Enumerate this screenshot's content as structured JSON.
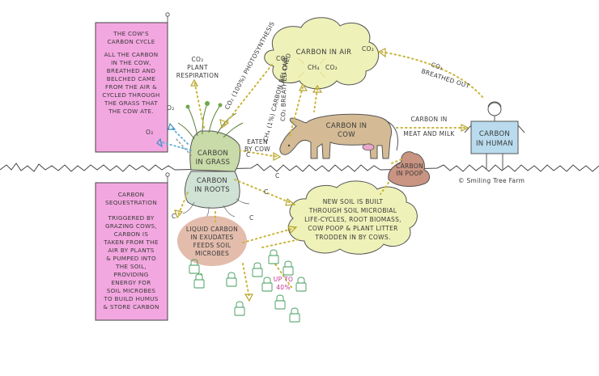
{
  "cycle_box": {
    "title": [
      "THE COW'S",
      "CARBON CYCLE"
    ],
    "body": [
      "ALL THE CARBON",
      "IN THE COW,",
      "BREATHED AND",
      "BELCHED CAME",
      "FROM THE AIR &",
      "CYCLED THROUGH",
      "THE GRASS THAT",
      "THE COW ATE."
    ]
  },
  "sequestration_box": {
    "title": [
      "CARBON",
      "SEQUESTRATION"
    ],
    "body": [
      "TRIGGERED BY",
      "GRAZING COWS,",
      "CARBON IS",
      "TAKEN FROM THE",
      "AIR BY PLANTS",
      "& PUMPED INTO",
      "THE SOIL,",
      "PROVIDING",
      "ENERGY FOR",
      "SOIL MICROBES",
      "TO BUILD HUMUS",
      "& STORE CARBON"
    ]
  },
  "air_cloud": {
    "title": "CARBON IN AIR",
    "co2_left": "CO₂",
    "co2_right": "CO₂",
    "ch4": "CH₄"
  },
  "cow": {
    "label": [
      "CARBON IN",
      "COW"
    ]
  },
  "poop": {
    "label": [
      "CARBON",
      "IN POOP"
    ]
  },
  "human": {
    "label": [
      "CARBON",
      "IN HUMAN"
    ]
  },
  "grass": {
    "label": [
      "CARBON",
      "IN GRASS"
    ]
  },
  "roots": {
    "label": [
      "CARBON",
      "IN ROOTS"
    ]
  },
  "exudates": {
    "label": [
      "LIQUID CARBON",
      "IN EXUDATES",
      "FEEDS SOIL",
      "MICROBES"
    ]
  },
  "soil_cloud": {
    "label": [
      "NEW SOIL IS BUILT",
      "THROUGH SOIL MICROBIAL",
      "LIFE-CYCLES, ROOT BIOMASS,",
      "COW POOP & PLANT LITTER",
      "TRODDEN IN BY COWS."
    ]
  },
  "labels": {
    "plant_respiration": [
      "CO₂",
      "PLANT",
      "RESPIRATION"
    ],
    "photosynthesis": "CO₂ (100%) PHOTOSYNTHESIS",
    "carbon_belched": "CH₄ (1%) CARBON BELCHED",
    "breathed_out_cow": "CO₂ BREATHED OUT",
    "eaten_by_cow": [
      "EATEN",
      "BY COW"
    ],
    "breathed_out_human": [
      "CO₂",
      "BREATHED OUT"
    ],
    "meat_milk": [
      "CARBON IN",
      "MEAT AND MILK"
    ],
    "o2_a": "O₂",
    "o2_b": "O₂",
    "up_to": [
      "UP TO",
      "40%"
    ],
    "c": "C",
    "credit": "© Smiling Tree Farm"
  },
  "colors": {
    "pink": "#f3a7e0",
    "yellow_green": "#eef2b8",
    "cow": "#d4bb95",
    "poop": "#c99482",
    "human_box": "#b9dbed",
    "exudate": "#e2b9a8",
    "arrow": "#c9b63a",
    "o2": "#5aaed8"
  }
}
